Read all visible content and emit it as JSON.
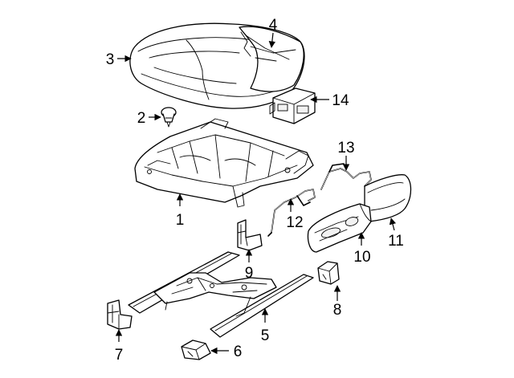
{
  "diagram": {
    "background": "#ffffff",
    "line_color": "#000000",
    "callouts": {
      "c1": "1",
      "c2": "2",
      "c3": "3",
      "c4": "4",
      "c5": "5",
      "c6": "6",
      "c7": "7",
      "c8": "8",
      "c9": "9",
      "c10": "10",
      "c11": "11",
      "c12": "12",
      "c13": "13",
      "c14": "14"
    }
  }
}
